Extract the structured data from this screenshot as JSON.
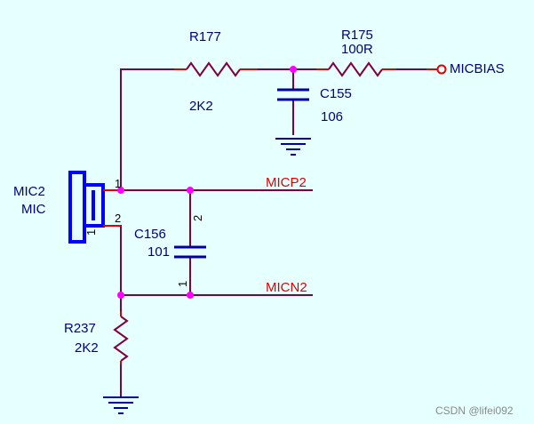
{
  "colors": {
    "background": "#E6FFFF",
    "wire": "#800040",
    "pin": "#E00000",
    "component_blue": "#0000A0",
    "junction": "#FF00FF"
  },
  "components": {
    "r177": {
      "ref": "R177",
      "value": "2K2"
    },
    "r175": {
      "ref": "R175",
      "value": "100R"
    },
    "c155": {
      "ref": "C155",
      "value": "106"
    },
    "c156": {
      "ref": "C156",
      "value": "101",
      "pin_top": "2",
      "pin_bottom": "1"
    },
    "r237": {
      "ref": "R237",
      "value": "2K2"
    },
    "mic2": {
      "ref": "MIC2",
      "value": "MIC",
      "pin1": "1",
      "pin2": "2",
      "pin_mark": "1"
    }
  },
  "nets": {
    "micbias": "MICBIAS",
    "micp2": "MICP2",
    "micn2": "MICN2"
  },
  "watermark": "CSDN @lifei092"
}
